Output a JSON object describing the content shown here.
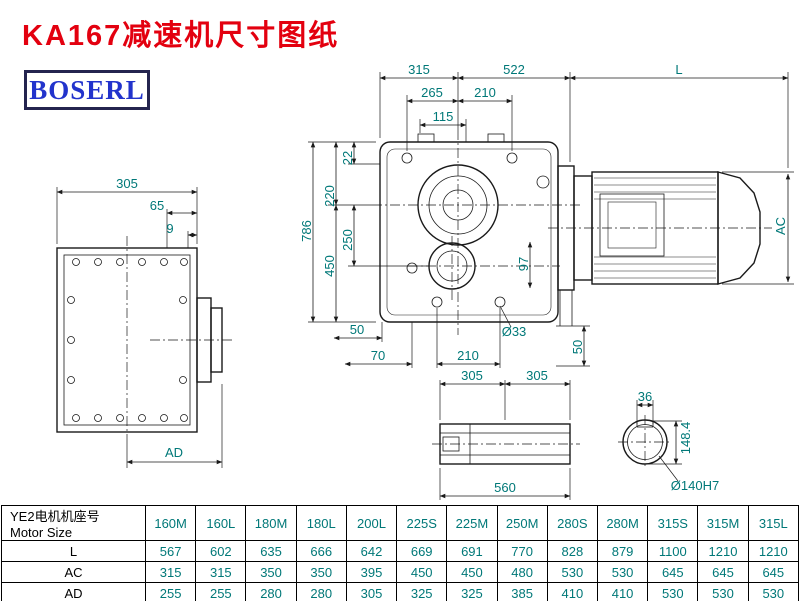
{
  "title": "KA167减速机尺寸图纸",
  "logo": "BOSERL",
  "colors": {
    "title_red": "#e3000f",
    "dimension_teal": "#007878",
    "logo_blue": "#2233cc",
    "logo_border": "#24244f"
  },
  "drawing": {
    "dims": {
      "top_315": "315",
      "top_522": "522",
      "top_L": "L",
      "mid_265": "265",
      "mid_210": "210",
      "mid_115": "115",
      "v_22": "22",
      "v_220": "220",
      "v_250": "250",
      "v_450": "450",
      "v_786": "786",
      "v_97": "97",
      "bot_50": "50",
      "bot_70": "70",
      "bot_210": "210",
      "hole_dia": "Ø33",
      "v_50": "50",
      "ac": "AC",
      "lv_305": "305",
      "lv_65": "65",
      "lv_9": "9",
      "lv_ad": "AD",
      "shaft_305_left": "305",
      "shaft_305_right": "305",
      "shaft_560": "560",
      "key_36": "36",
      "end_148": "148.4",
      "end_dia": "Ø140H7"
    }
  },
  "table": {
    "header_label_cn": "YE2电机机座号",
    "header_label_en": "Motor Size",
    "columns": [
      "160M",
      "160L",
      "180M",
      "180L",
      "200L",
      "225S",
      "225M",
      "250M",
      "280S",
      "280M",
      "315S",
      "315M",
      "315L"
    ],
    "rows": [
      {
        "label": "L",
        "values": [
          567,
          602,
          635,
          666,
          642,
          669,
          691,
          770,
          828,
          879,
          1100,
          1210,
          1210
        ]
      },
      {
        "label": "AC",
        "values": [
          315,
          315,
          350,
          350,
          395,
          450,
          450,
          480,
          530,
          530,
          645,
          645,
          645
        ]
      },
      {
        "label": "AD",
        "values": [
          255,
          255,
          280,
          280,
          305,
          325,
          325,
          385,
          410,
          410,
          530,
          530,
          530
        ]
      }
    ]
  }
}
